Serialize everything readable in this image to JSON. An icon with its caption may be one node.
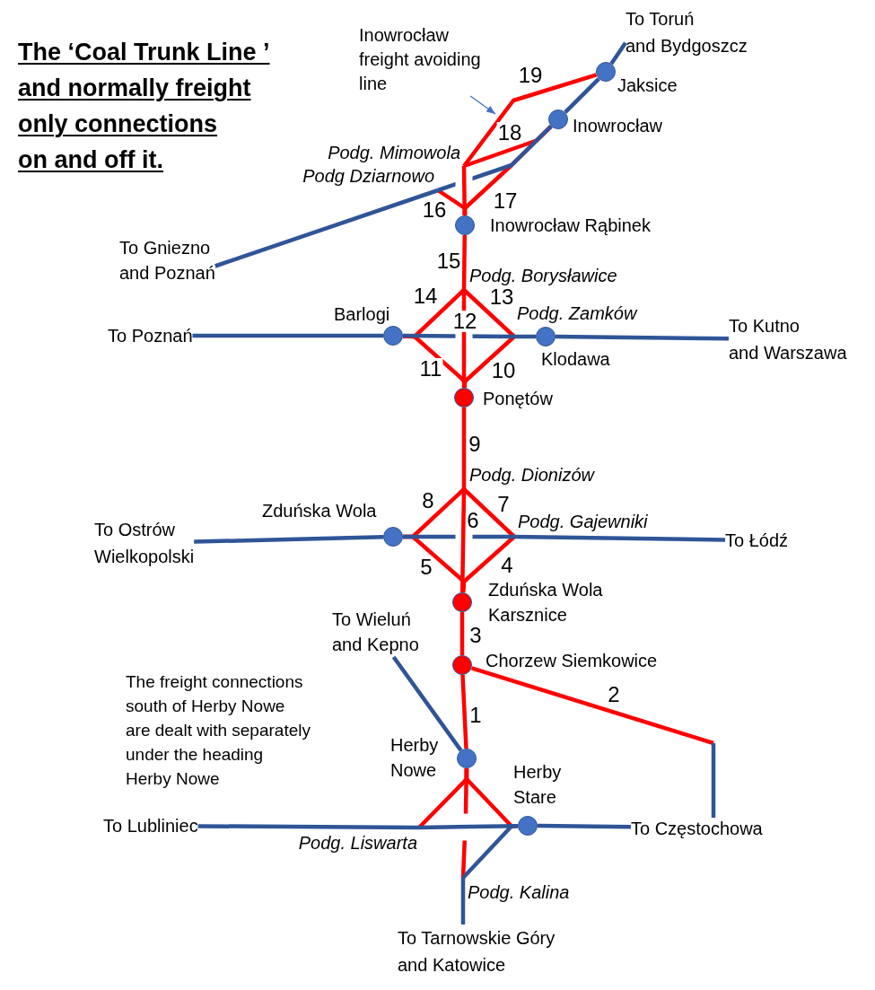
{
  "diagram": {
    "title": "The ‘Coal Trunk Line ’ and normally freight only connections on and off it.",
    "nodes": [
      {
        "text": [
          "To Toruń and Bydgoszcz"
        ]
      },
      {
        "text": [
          "Inowrocław freight avoiding line"
        ]
      },
      {
        "text": [],
        "shape": "circle",
        "beside": [
          "Jaksice"
        ]
      },
      {
        "text": [],
        "shape": "circle",
        "beside": [
          "Inowrocław"
        ]
      },
      {
        "text": [
          "Podg. Mimowola"
        ]
      },
      {
        "text": [
          "Podg Dziarnowo"
        ]
      },
      {
        "text": [],
        "shape": "circle",
        "beside": [
          "Inowrocław Rąbinek"
        ]
      },
      {
        "text": [
          "To Gniezno and Poznań"
        ]
      },
      {
        "text": [
          "Podg. Borysławice"
        ]
      },
      {
        "text": [
          "To Poznań"
        ]
      },
      {
        "text": [],
        "shape": "circle",
        "beside": [
          "Barlogi"
        ]
      },
      {
        "text": [
          "Podg. Zamków"
        ]
      },
      {
        "text": [],
        "shape": "circle",
        "beside": [
          "Klodawa"
        ]
      },
      {
        "text": [
          "To Kutno and Warszawa"
        ]
      },
      {
        "text": [],
        "shape": "circle",
        "beside": [
          "Ponętów"
        ]
      },
      {
        "text": [
          "Podg. Dionizów"
        ]
      },
      {
        "text": [
          "To Ostrów Wielkopolski"
        ]
      },
      {
        "text": [],
        "shape": "circle",
        "beside": [
          "Zduńska Wola"
        ]
      },
      {
        "text": [
          "Podg. Gajewniki"
        ]
      },
      {
        "text": [
          "To Łódź"
        ]
      },
      {
        "text": [],
        "shape": "circle",
        "beside": [
          "Zduńska Wola Karsznice"
        ]
      },
      {
        "text": [
          "To Wieluń and Kepno"
        ]
      },
      {
        "text": [],
        "shape": "circle",
        "beside": [
          "Chorzew Siemkowice"
        ]
      },
      {
        "text": [],
        "shape": "circle",
        "beside": [
          "Herby Nowe"
        ]
      },
      {
        "text": [],
        "shape": "circle",
        "beside": [
          "Herby Stare"
        ]
      },
      {
        "text": [
          "To Lubliniec"
        ]
      },
      {
        "text": [
          "To Częstochowa"
        ]
      },
      {
        "text": [
          "Podg. Liswarta"
        ]
      },
      {
        "text": [
          "Podg. Kalina"
        ]
      },
      {
        "text": [
          "To Tarnowskie Góry and Katowice"
        ]
      }
    ],
    "edges": [
      {
        "from": 4,
        "to": 6,
        "arrow": "none"
      },
      {
        "from": 4,
        "to": 2,
        "arrow": "none",
        "label": "19"
      },
      {
        "from": 4,
        "to": 3,
        "arrow": "none",
        "label": "18"
      },
      {
        "from": 5,
        "to": 6,
        "arrow": "none",
        "label": "16"
      },
      {
        "from": 6,
        "to": 3,
        "arrow": "none",
        "label": "17"
      },
      {
        "from": 6,
        "to": 8,
        "arrow": "none",
        "label": "15"
      },
      {
        "from": 8,
        "to": 10,
        "arrow": "none",
        "label": "14"
      },
      {
        "from": 8,
        "to": 11,
        "arrow": "none",
        "label": "13"
      },
      {
        "from": 8,
        "to": 14,
        "arrow": "none",
        "label": "12"
      },
      {
        "from": 10,
        "to": 14,
        "arrow": "none",
        "label": "11"
      },
      {
        "from": 11,
        "to": 14,
        "arrow": "none",
        "label": "10"
      },
      {
        "from": 14,
        "to": 15,
        "arrow": "none",
        "label": "9"
      },
      {
        "from": 15,
        "to": 17,
        "arrow": "none",
        "label": "8"
      },
      {
        "from": 15,
        "to": 18,
        "arrow": "none",
        "label": "7"
      },
      {
        "from": 15,
        "to": 20,
        "arrow": "none",
        "label": "6"
      },
      {
        "from": 17,
        "to": 20,
        "arrow": "none",
        "label": "5"
      },
      {
        "from": 18,
        "to": 20,
        "arrow": "none",
        "label": "4"
      },
      {
        "from": 20,
        "to": 22,
        "arrow": "none",
        "label": "3"
      },
      {
        "from": 22,
        "to": 23,
        "arrow": "none",
        "label": "1"
      },
      {
        "from": 22,
        "to": null,
        "arrow": "none",
        "label": "2"
      },
      {
        "from": 23,
        "to": 27,
        "arrow": "none"
      },
      {
        "from": 23,
        "to": 24,
        "arrow": "none"
      },
      {
        "from": 23,
        "to": 28,
        "arrow": "none"
      },
      {
        "from": 2,
        "to": 0,
        "arrow": "none",
        "color": "#2f5597"
      },
      {
        "from": 3,
        "to": 2,
        "arrow": "none",
        "color": "#2f5597"
      },
      {
        "from": 5,
        "to": 3,
        "arrow": "none",
        "color": "#2f5597"
      },
      {
        "from": 7,
        "to": 5,
        "arrow": "none",
        "color": "#2f5597"
      },
      {
        "from": 9,
        "to": 10,
        "arrow": "none",
        "color": "#2f5597"
      },
      {
        "from": 10,
        "to": 11,
        "arrow": "none",
        "color": "#2f5597"
      },
      {
        "from": 11,
        "to": 12,
        "arrow": "none",
        "color": "#2f5597"
      },
      {
        "from": 12,
        "to": 13,
        "arrow": "none",
        "color": "#2f5597"
      },
      {
        "from": 16,
        "to": 17,
        "arrow": "none",
        "color": "#2f5597"
      },
      {
        "from": 17,
        "to": 18,
        "arrow": "none",
        "color": "#2f5597"
      },
      {
        "from": 18,
        "to": 19,
        "arrow": "none",
        "color": "#2f5597"
      },
      {
        "from": 21,
        "to": 23,
        "arrow": "none",
        "color": "#2f5597"
      },
      {
        "from": 25,
        "to": 27,
        "arrow": "none",
        "color": "#2f5597"
      },
      {
        "from": 27,
        "to": 24,
        "arrow": "none",
        "color": "#2f5597"
      },
      {
        "from": 24,
        "to": 26,
        "arrow": "none",
        "color": "#2f5597"
      },
      {
        "from": null,
        "to": 26,
        "arrow": "none",
        "color": "#2f5597"
      },
      {
        "from": 24,
        "to": 28,
        "arrow": "none",
        "color": "#2f5597"
      },
      {
        "from": 28,
        "to": 29,
        "arrow": "none",
        "color": "#2f5597"
      },
      {
        "from": 1,
        "to": null,
        "arrow": "to",
        "color": "#4472c4"
      }
    ],
    "labels": [
      "The freight connections south of Herby Nowe are dealt with separately under the heading Herby Nowe"
    ]
  }
}
